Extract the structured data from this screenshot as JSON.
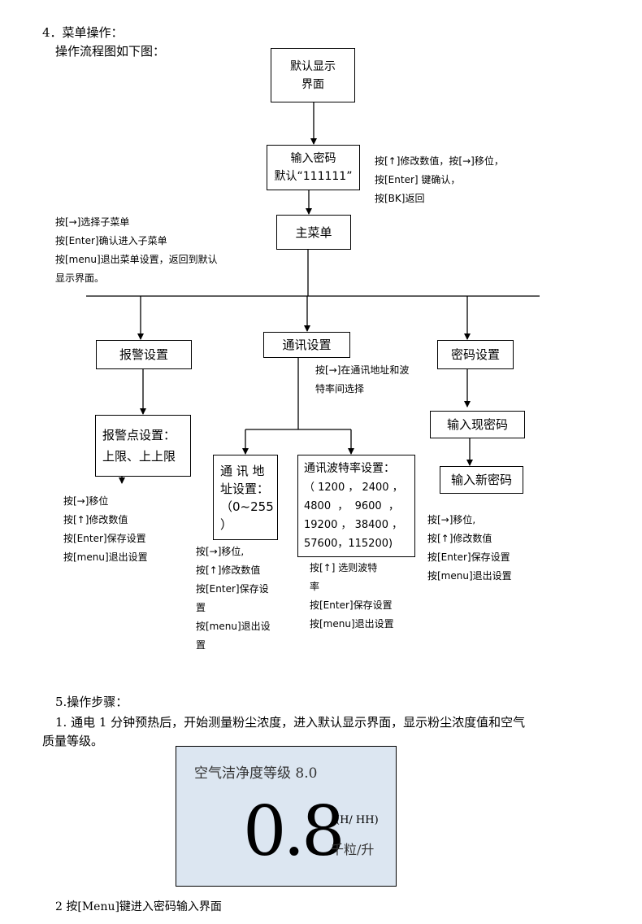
{
  "section4": {
    "heading": "4．菜单操作：",
    "subheading": "操作流程图如下图："
  },
  "flowchart": {
    "default_display": [
      "默认显示",
      "界面"
    ],
    "enter_password": [
      "输入密码",
      "默认“111111”"
    ],
    "main_menu": "主菜单",
    "alarm_settings": "报警设置",
    "comm_settings": "通讯设置",
    "password_settings": "密码设置",
    "alarm_point": [
      "报警点设置：",
      "上限、上上限"
    ],
    "comm_address": [
      "通 讯 地",
      "址设置：",
      "（0~255",
      "）"
    ],
    "baud_rate": [
      "通讯波特率设置：",
      "（ 1200 ， 2400 ，",
      "4800  ，  9600  ，",
      "19200 ， 38400 ，",
      "57600，115200)"
    ],
    "current_password": "输入现密码",
    "new_password": "输入新密码"
  },
  "notes": {
    "password": [
      "按[↑]修改数值，按[→]移位，",
      "按[Enter] 键确认，",
      "按[BK]返回"
    ],
    "main_menu": [
      "按[→]选择子菜单",
      "按[Enter]确认进入子菜单",
      "按[menu]退出菜单设置，返回到默认",
      "显示界面。"
    ],
    "comm": [
      "按[→]在通讯地址和波",
      "特率间选择"
    ],
    "alarm": [
      "按[→]移位",
      "按[↑]修改数值",
      "按[Enter]保存设置",
      "按[menu]退出设置"
    ],
    "address": [
      "按[→]移位,",
      "按[↑]修改数值",
      "按[Enter]保存设",
      "置",
      "按[menu]退出设",
      "置"
    ],
    "baud": [
      "按[↑] 选则波特",
      "率",
      "按[Enter]保存设置",
      "按[menu]退出设置"
    ],
    "password_set": [
      "按[→]移位,",
      "按[↑]修改数值",
      "按[Enter]保存设置",
      "按[menu]退出设置"
    ]
  },
  "section5": {
    "heading": "5.操作步骤：",
    "step1_line1": "1.   通电 1 分钟预热后，开始测量粉尘浓度，进入默认显示界面，显示粉尘浓度值和空气",
    "step1_line2": "质量等级。",
    "step2": "2 按[Menu]键进入密码输入界面"
  },
  "display": {
    "grade_text": "空气洁净度等级 8.0",
    "value": "0.8",
    "unit_mode": "(H/ HH)",
    "unit": "千粒/升",
    "background_color": "#dce6f1"
  }
}
